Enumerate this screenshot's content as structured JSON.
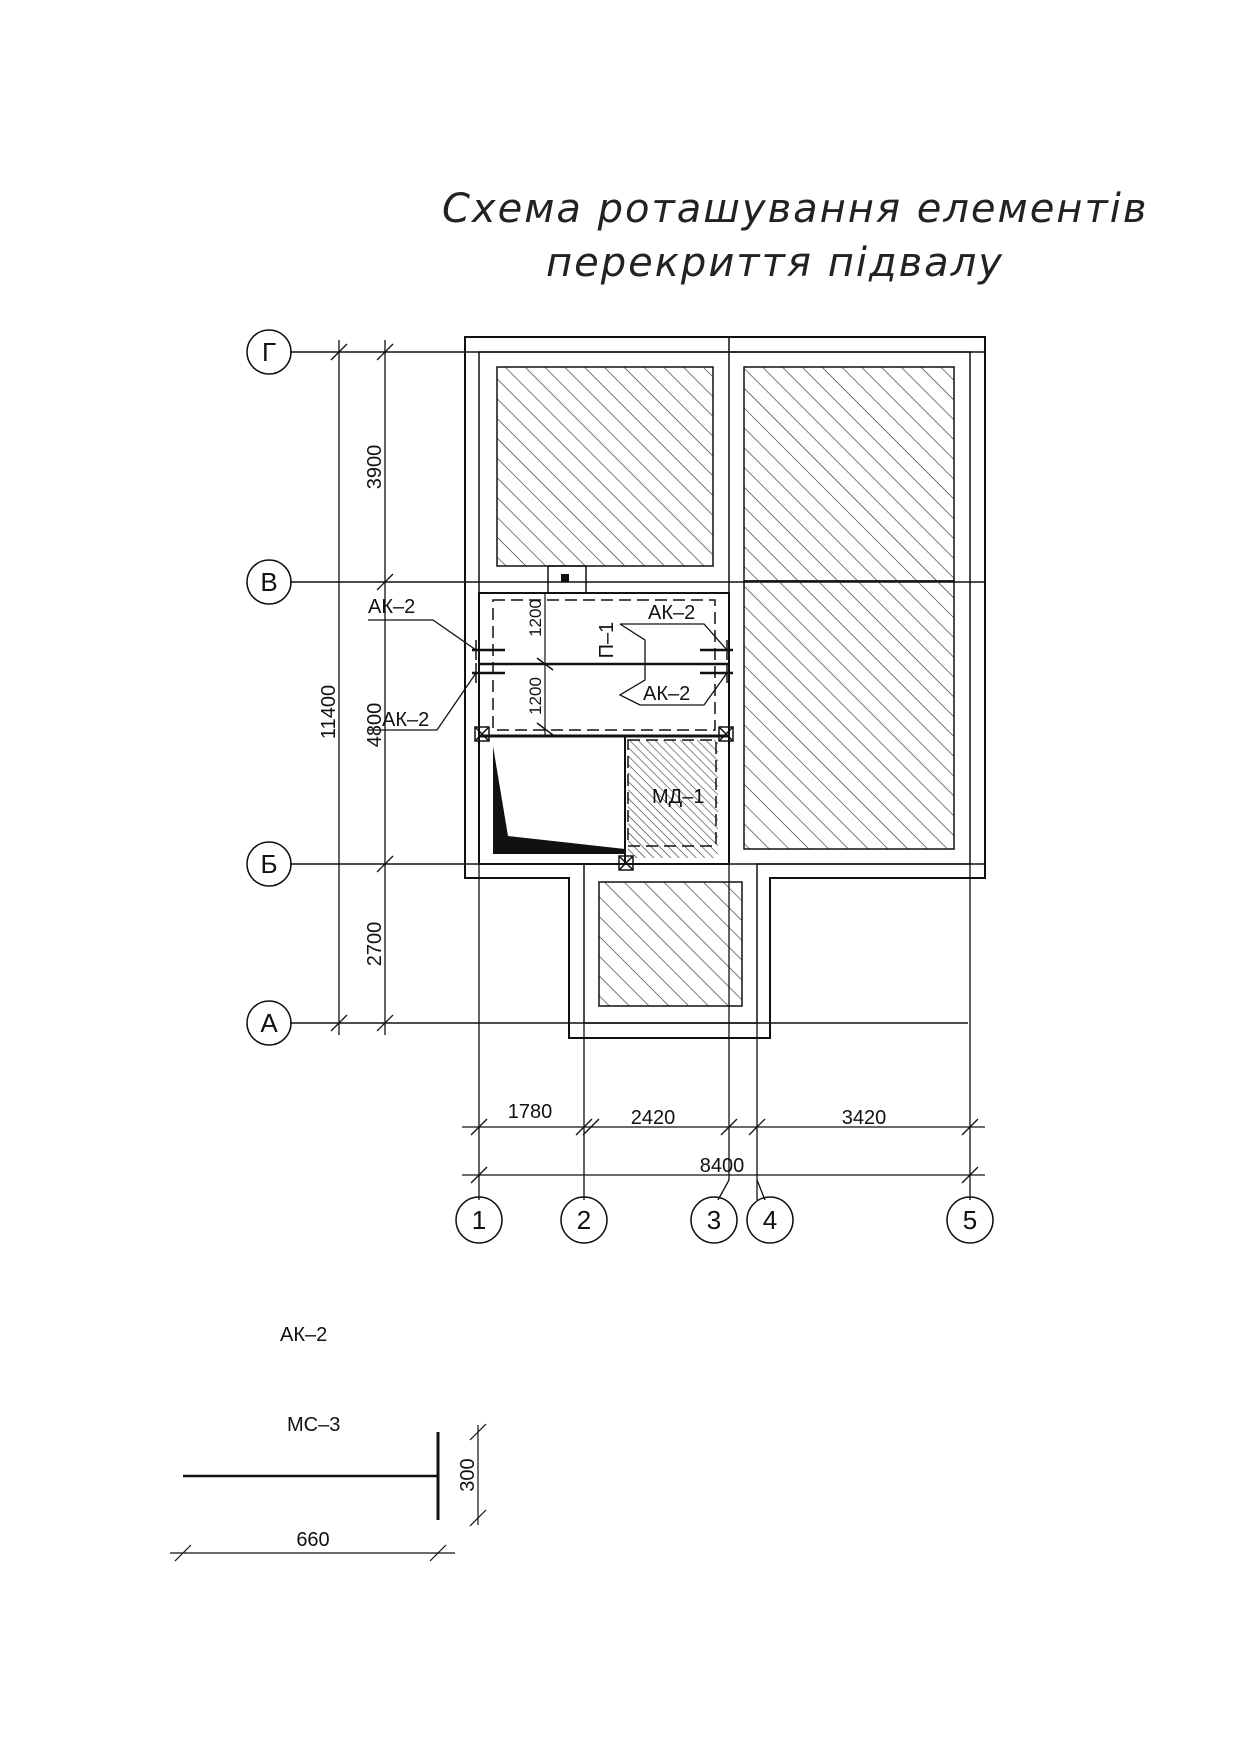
{
  "title": {
    "line1": "Схема роташування елементів",
    "line2": "перекриття підвалу"
  },
  "axes": {
    "rows": [
      "Г",
      "В",
      "Б",
      "А"
    ],
    "columns": [
      "1",
      "2",
      "3",
      "4",
      "5"
    ]
  },
  "dimensions": {
    "vertical_total": "11400",
    "vertical_segments": [
      "3900",
      "4800",
      "2700"
    ],
    "horizontal_segments": [
      "1780",
      "2420",
      "3420"
    ],
    "horizontal_total": "8400",
    "inner": [
      "1200",
      "1200"
    ]
  },
  "element_labels": {
    "ak2": "АК–2",
    "p1": "П–1",
    "md1": "МД–1"
  },
  "detail": {
    "title": "АК–2",
    "subtitle": "МС–3",
    "height_dim": "300",
    "length_dim": "660"
  },
  "colors": {
    "line": "#111111",
    "hatch": "#333333",
    "background": "#ffffff"
  }
}
